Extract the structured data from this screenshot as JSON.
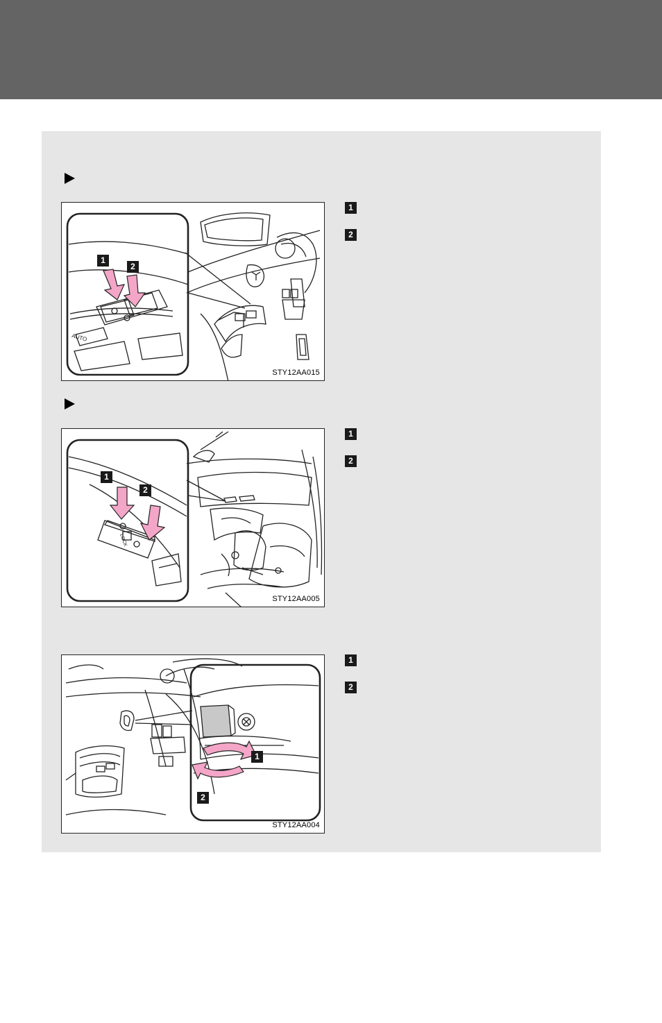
{
  "figures": [
    {
      "code": "STY12AA015",
      "callouts": [
        "1",
        "2"
      ],
      "legend": [
        "1",
        "2"
      ]
    },
    {
      "code": "STY12AA005",
      "callouts": [
        "1",
        "2"
      ],
      "legend": [
        "1",
        "2"
      ]
    },
    {
      "code": "STY12AA004",
      "callouts": [
        "1",
        "2"
      ],
      "legend": [
        "1",
        "2"
      ]
    }
  ],
  "switch_text": {
    "lock": "LOCK",
    "auto": "AUTO"
  },
  "colors": {
    "header": "#646464",
    "panel": "#e6e6e6",
    "arrow": "#f4a6c8",
    "badge": "#1a1a1a"
  },
  "icons": [
    "play-triangle-icon",
    "number-badge-icon"
  ]
}
